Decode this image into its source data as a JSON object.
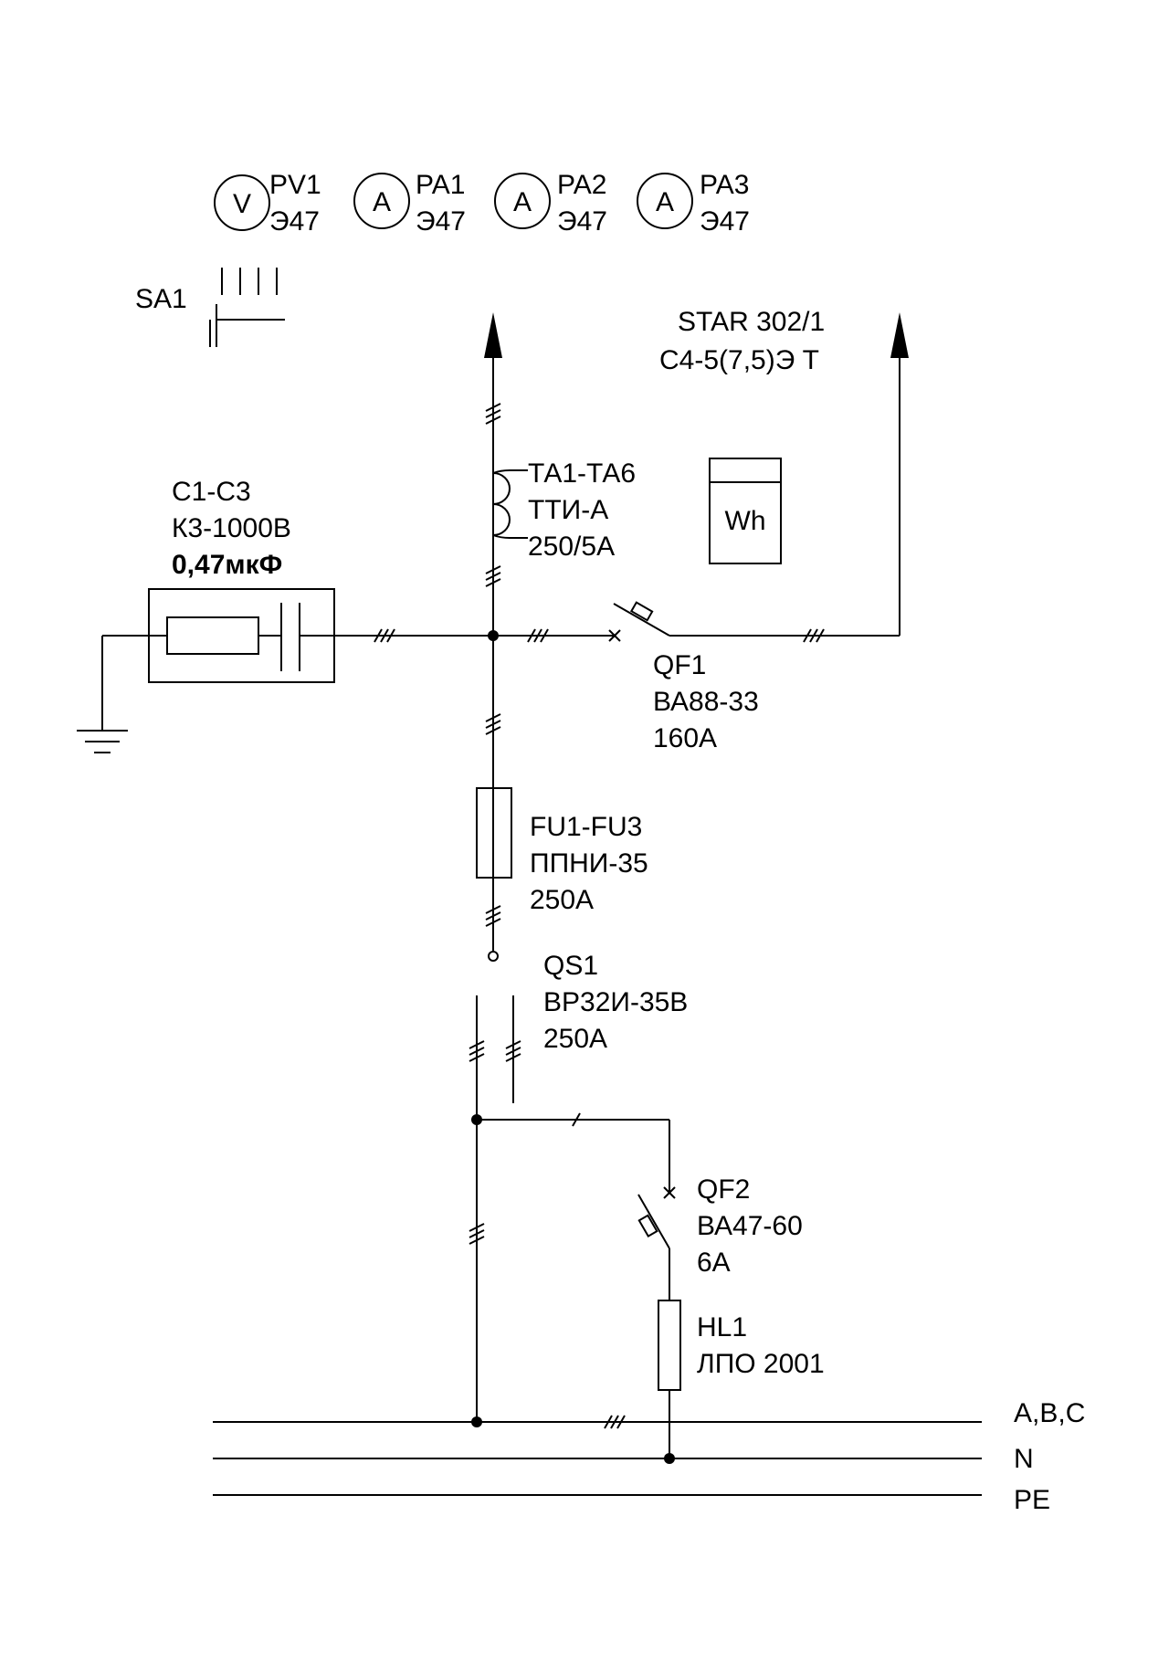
{
  "meters": [
    {
      "symbol": "V",
      "code": "PV1",
      "type": "Э47"
    },
    {
      "symbol": "A",
      "code": "PA1",
      "type": "Э47"
    },
    {
      "symbol": "A",
      "code": "PA2",
      "type": "Э47"
    },
    {
      "symbol": "A",
      "code": "PA3",
      "type": "Э47"
    }
  ],
  "switch_sa1": "SA1",
  "energy_meter": {
    "line1": "STAR 302/1",
    "line2": "С4-5(7,5)Э Т",
    "symbol": "Wh"
  },
  "current_transformer": {
    "line1": "ТА1-ТА6",
    "line2": "ТТИ-А",
    "line3": "250/5А"
  },
  "capacitor": {
    "line1": "С1-С3",
    "line2": "К3-1000В",
    "line3": "0,47мкФ"
  },
  "breaker_qf1": {
    "line1": "QF1",
    "line2": "ВА88-33",
    "line3": "160А"
  },
  "fuse_fu": {
    "line1": "FU1-FU3",
    "line2": "ППНИ-35",
    "line3": "250А"
  },
  "disconnector_qs1": {
    "line1": "QS1",
    "line2": "ВР32И-35В",
    "line3": "250А"
  },
  "breaker_qf2": {
    "line1": "QF2",
    "line2": "ВА47-60",
    "line3": "6А"
  },
  "lamp_hl1": {
    "line1": "HL1",
    "line2": "ЛПО 2001"
  },
  "buses": {
    "phase": "A,B,C",
    "neutral": "N",
    "protective": "PE"
  }
}
